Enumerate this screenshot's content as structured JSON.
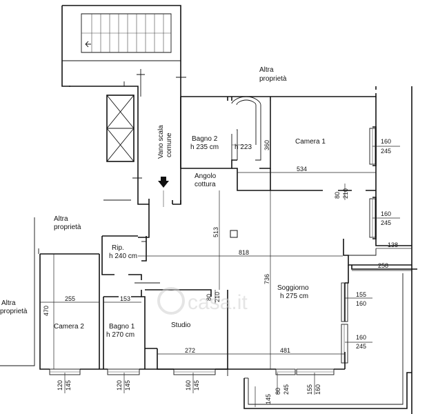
{
  "rooms": {
    "bagno2": {
      "name": "Bagno 2",
      "height": "h 235 cm"
    },
    "h223": "h 223",
    "camera1": "Camera 1",
    "angolo": {
      "line1": "Angolo",
      "line2": "cottura"
    },
    "vano": {
      "line1": "Vano scala",
      "line2": "comune"
    },
    "ripostiglio": {
      "name": "Rip.",
      "height": "h 240 cm"
    },
    "soggiorno": {
      "name": "Soggiorno",
      "height": "h 275 cm"
    },
    "camera2": "Camera 2",
    "bagno1": {
      "name": "Bagno 1",
      "height": "h 270 cm"
    },
    "studio": "Studio"
  },
  "neighbors": {
    "top": {
      "line1": "Altra",
      "line2": "proprietà"
    },
    "mid": {
      "line1": "Altra",
      "line2": "proprietà"
    },
    "left": {
      "line1": "Altra",
      "line2": "proprietà"
    }
  },
  "dimensions": {
    "d360": "360",
    "d534": "534",
    "d513": "513",
    "d818": "818",
    "d736": "736",
    "d255": "255",
    "d153": "153",
    "d470": "470",
    "d272": "272",
    "d481": "481",
    "d138": "138",
    "d258": "258",
    "w_c1_a": "160",
    "w_c1_b": "245",
    "w_c1_c": "160",
    "w_c1_d": "245",
    "door_80": "80",
    "door_210": "210",
    "studio_80": "80",
    "studio_210": "210",
    "sog_155": "155",
    "sog_160": "160",
    "sog2_160": "160",
    "sog2_245": "245",
    "b_c2_120": "120",
    "b_c2_145": "145",
    "b_b1_120": "120",
    "b_b1_145": "145",
    "b_st_160": "160",
    "b_st_145": "145",
    "b_sg_145": "145",
    "b_sg_80": "80",
    "b_sg_245": "245",
    "b_sg2_155": "155",
    "b_sg2_160": "160"
  },
  "watermark": "casa.it"
}
